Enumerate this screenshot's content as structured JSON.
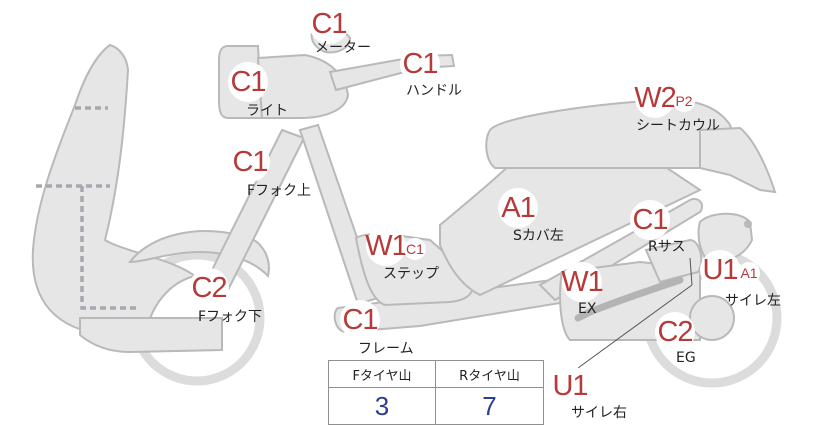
{
  "labels": [
    {
      "id": "meter",
      "code": "C1",
      "sub": "",
      "name": "メーター"
    },
    {
      "id": "handle",
      "code": "C1",
      "sub": "",
      "name": "ハンドル"
    },
    {
      "id": "light",
      "code": "C1",
      "sub": "",
      "name": "ライト"
    },
    {
      "id": "seat-cowl",
      "code": "W2",
      "sub": "P2",
      "name": "シートカウル"
    },
    {
      "id": "fork-upper",
      "code": "C1",
      "sub": "",
      "name": "Fフォク上"
    },
    {
      "id": "s-cover-left",
      "code": "A1",
      "sub": "",
      "name": "Sカバ左"
    },
    {
      "id": "r-suspension",
      "code": "C1",
      "sub": "",
      "name": "Rサス"
    },
    {
      "id": "step",
      "code": "W1",
      "sub": "C1",
      "name": "ステップ"
    },
    {
      "id": "muffler-left",
      "code": "U1",
      "sub": "A1",
      "name": "サイレ左"
    },
    {
      "id": "exhaust",
      "code": "W1",
      "sub": "",
      "name": "EX"
    },
    {
      "id": "fork-lower",
      "code": "C2",
      "sub": "",
      "name": "Fフォク下"
    },
    {
      "id": "engine",
      "code": "C2",
      "sub": "",
      "name": "EG"
    },
    {
      "id": "frame",
      "code": "C1",
      "sub": "",
      "name": "フレーム"
    },
    {
      "id": "muffler-right",
      "code": "U1",
      "sub": "",
      "name": "サイレ右"
    }
  ],
  "tire_table": {
    "front_header": "Fタイヤ山",
    "rear_header": "Rタイヤ山",
    "front_value": "3",
    "rear_value": "7"
  }
}
